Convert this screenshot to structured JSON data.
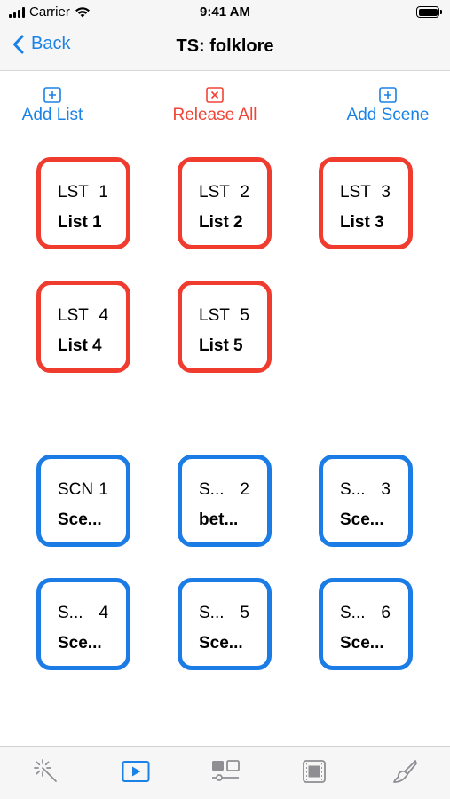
{
  "status_bar": {
    "carrier": "Carrier",
    "time": "9:41 AM"
  },
  "nav": {
    "back_label": "Back",
    "title": "TS: folklore"
  },
  "actions": {
    "add_list": "Add List",
    "release_all": "Release All",
    "add_scene": "Add Scene"
  },
  "lists": [
    {
      "code": "LST",
      "num": "1",
      "name": "List 1"
    },
    {
      "code": "LST",
      "num": "2",
      "name": "List 2"
    },
    {
      "code": "LST",
      "num": "3",
      "name": "List 3"
    },
    {
      "code": "LST",
      "num": "4",
      "name": "List 4"
    },
    {
      "code": "LST",
      "num": "5",
      "name": "List 5"
    }
  ],
  "scenes": [
    {
      "code": "SCN",
      "num": "1",
      "name": "Sce..."
    },
    {
      "code": "S...",
      "num": "2",
      "name": "bet..."
    },
    {
      "code": "S...",
      "num": "3",
      "name": "Sce..."
    },
    {
      "code": "S...",
      "num": "4",
      "name": "Sce..."
    },
    {
      "code": "S...",
      "num": "5",
      "name": "Sce..."
    },
    {
      "code": "S...",
      "num": "6",
      "name": "Sce..."
    }
  ],
  "tabs": [
    {
      "icon": "magic-wand-icon",
      "active": false
    },
    {
      "icon": "play-icon",
      "active": true
    },
    {
      "icon": "layout-slider-icon",
      "active": false
    },
    {
      "icon": "film-frame-icon",
      "active": false
    },
    {
      "icon": "paintbrush-icon",
      "active": false
    }
  ],
  "colors": {
    "accent": "#1a82e6",
    "danger": "#f04436",
    "inactive": "#8e8e93"
  }
}
